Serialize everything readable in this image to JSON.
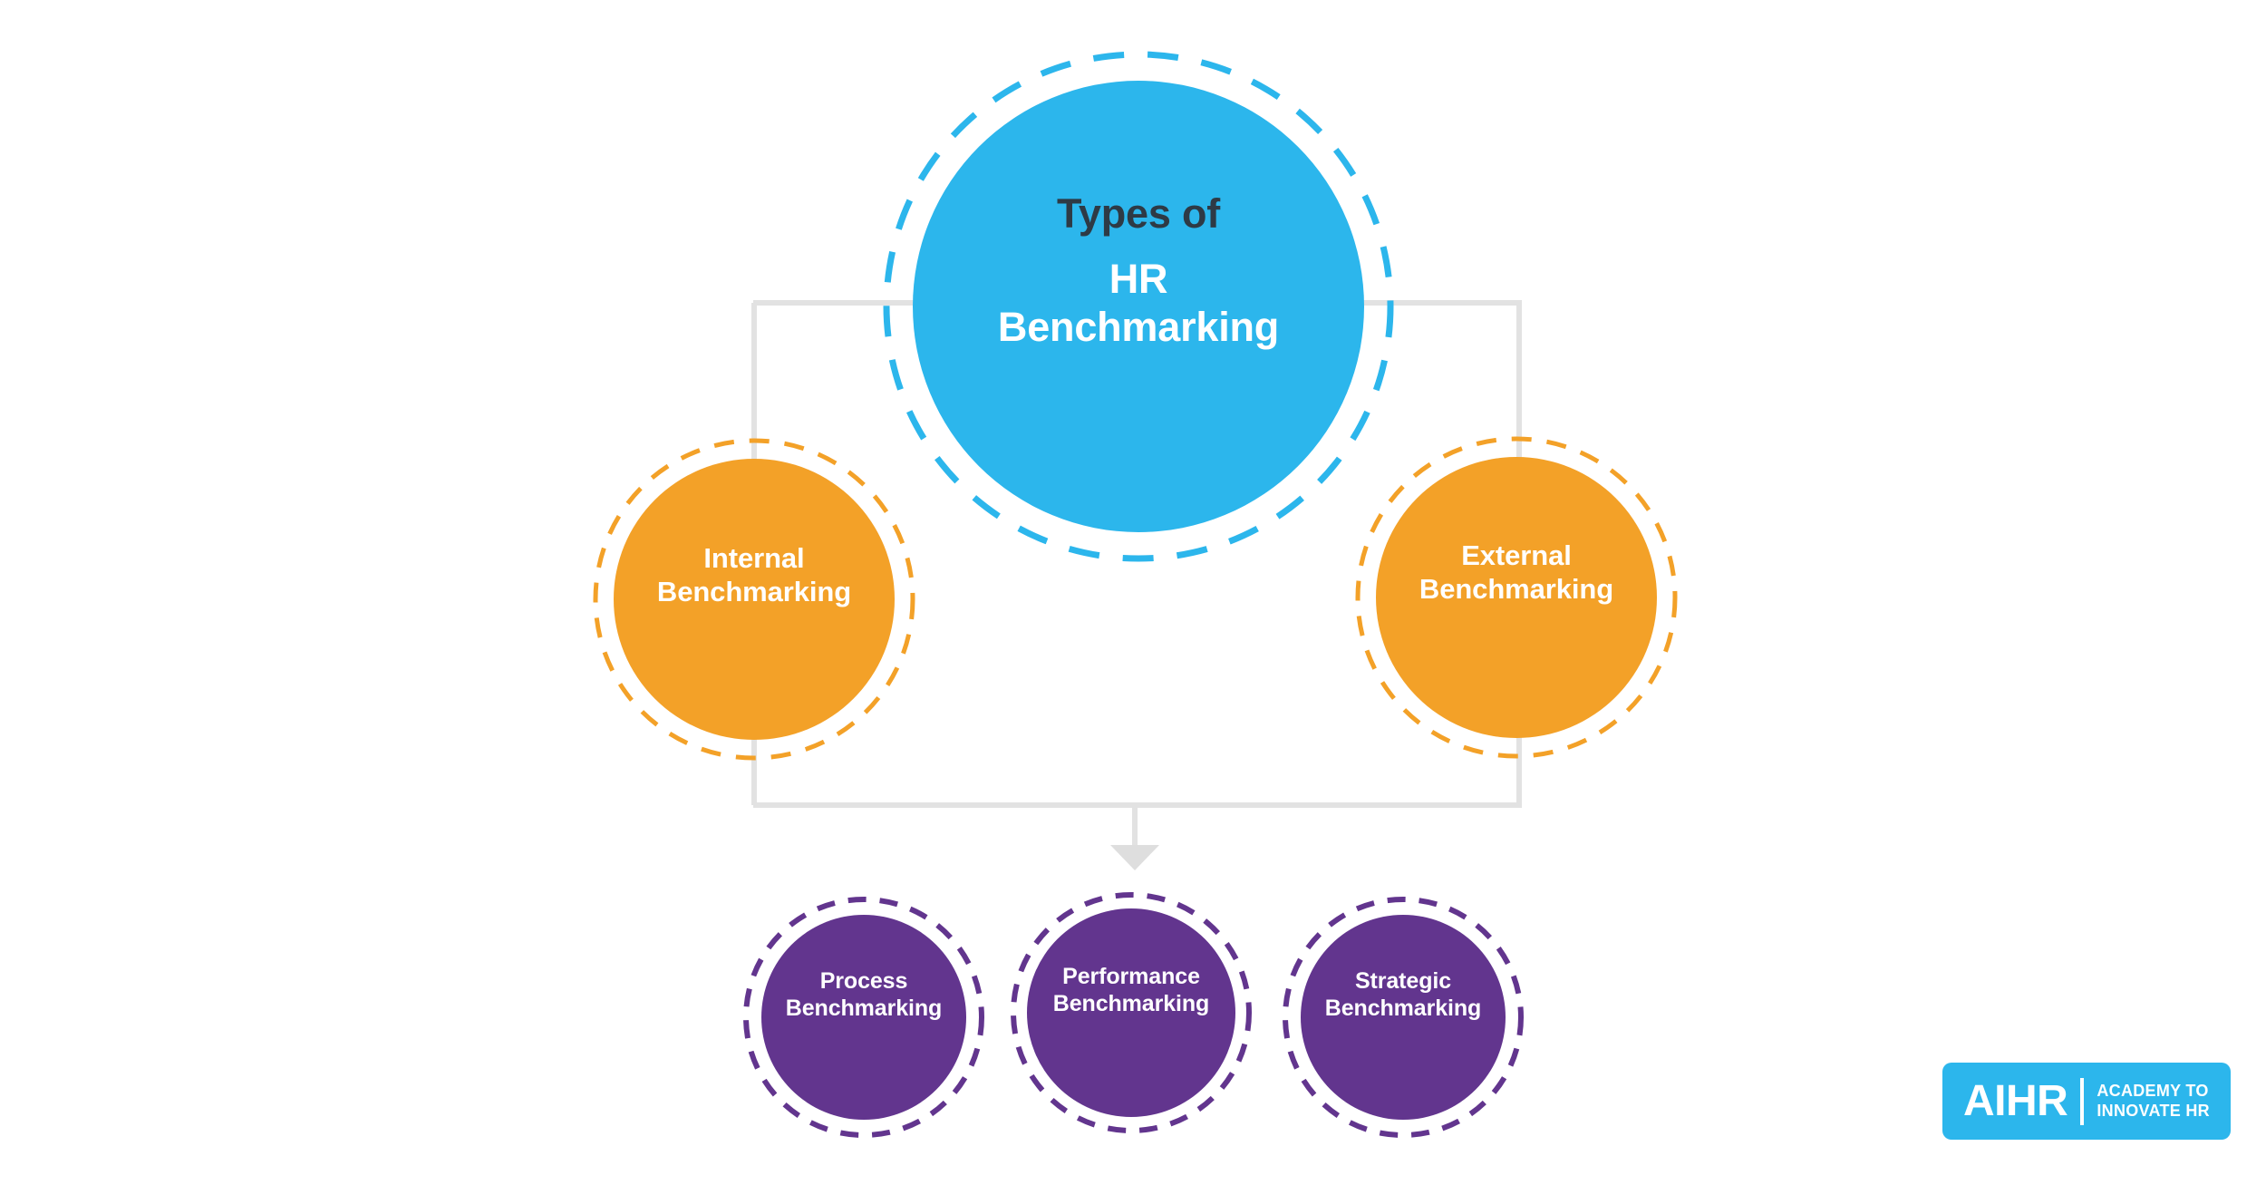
{
  "diagram": {
    "type": "hierarchy",
    "title": "Types of HR Benchmarking",
    "background_color": "#ffffff",
    "connector_color": "#e2e2e2"
  },
  "central": {
    "title_line_1": "Types of",
    "title_lines_rest": "HR\nBenchmarking",
    "fill_color": "#2cb6ec",
    "ring_color": "#2cb6ec",
    "line_1_color": "#2e3a45",
    "line_rest_color": "#ffffff"
  },
  "branches": [
    {
      "label": "Internal\nBenchmarking",
      "fill_color": "#f3a128",
      "ring_color": "#f3a128",
      "text_color": "#ffffff"
    },
    {
      "label": "External\nBenchmarking",
      "fill_color": "#f3a128",
      "ring_color": "#f3a128",
      "text_color": "#ffffff"
    }
  ],
  "leaves": [
    {
      "label": "Process\nBenchmarking",
      "fill_color": "#62358e",
      "ring_color": "#62358e",
      "text_color": "#ffffff"
    },
    {
      "label": "Performance\nBenchmarking",
      "fill_color": "#62358e",
      "ring_color": "#62358e",
      "text_color": "#ffffff"
    },
    {
      "label": "Strategic\nBenchmarking",
      "fill_color": "#62358e",
      "ring_color": "#62358e",
      "text_color": "#ffffff"
    }
  ],
  "logo": {
    "wordmark": "AIHR",
    "tagline_line_1": "ACADEMY TO",
    "tagline_line_2": "INNOVATE HR",
    "background_color": "#2cb6ec",
    "text_color": "#ffffff"
  }
}
